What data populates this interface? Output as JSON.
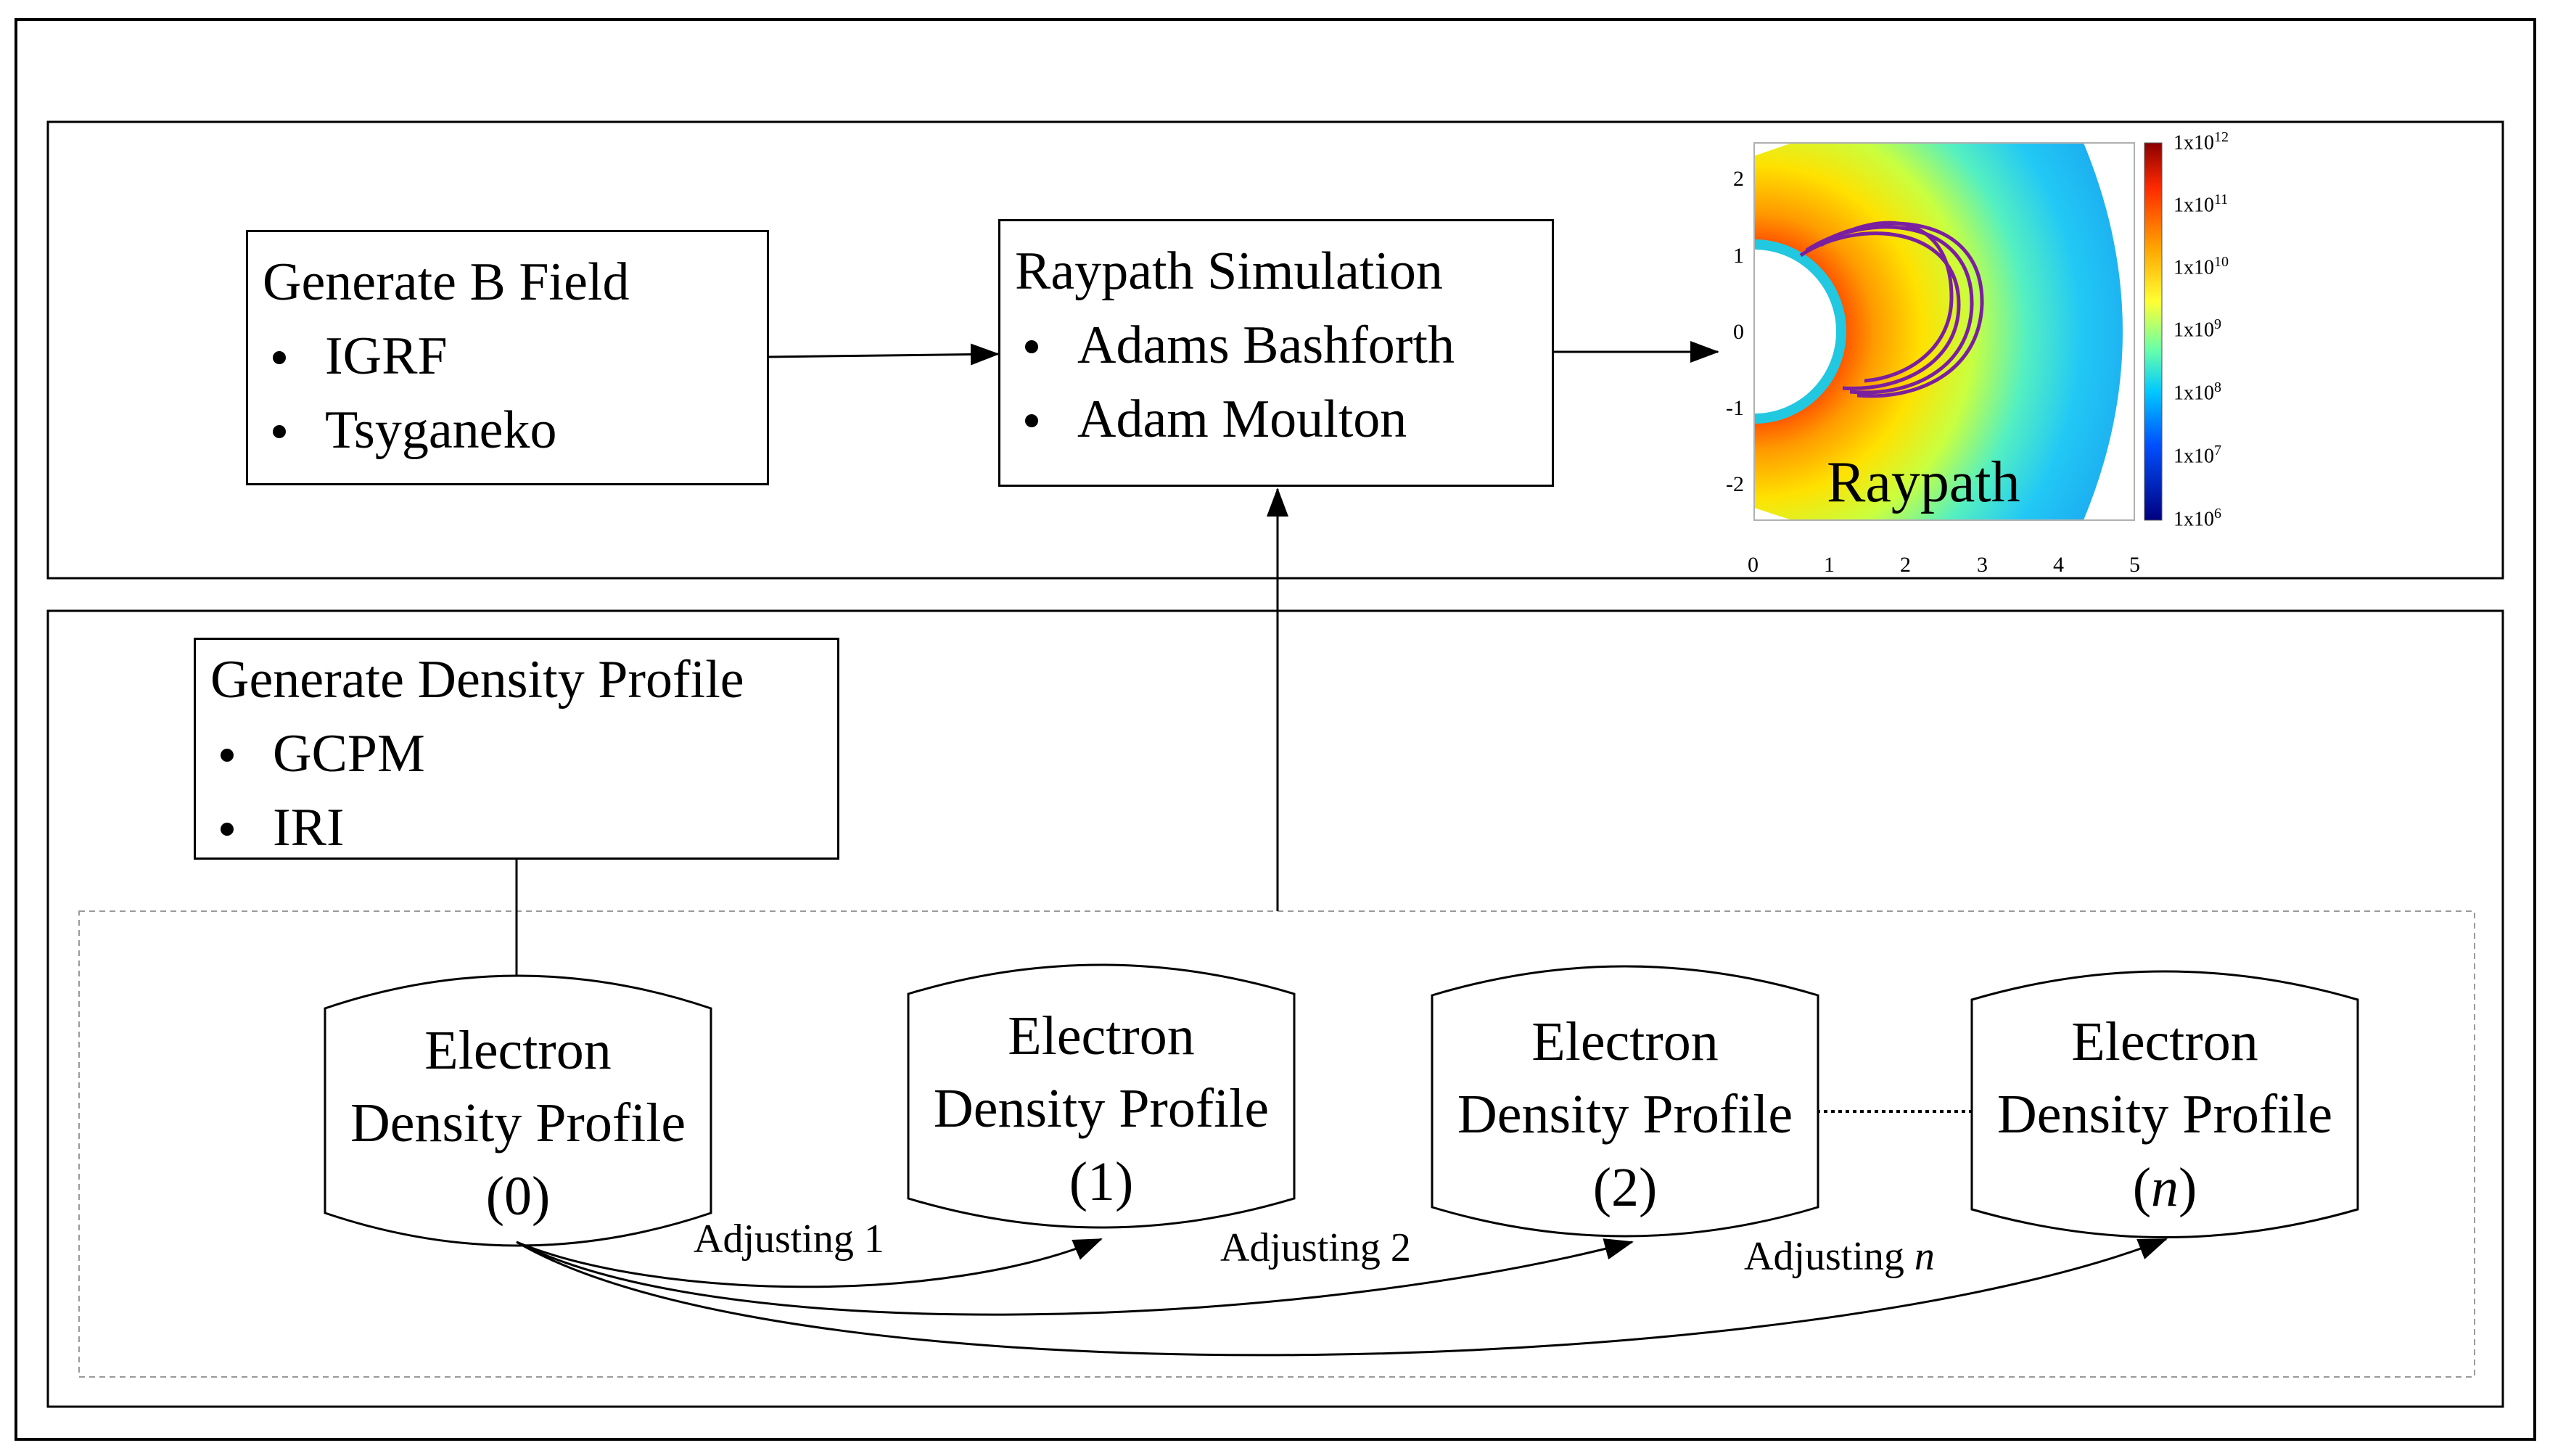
{
  "boxes": {
    "bfield": {
      "title": "Generate B Field",
      "items": [
        "IGRF",
        "Tsyganeko"
      ]
    },
    "raypath_sim": {
      "title": "Raypath Simulation",
      "items": [
        "Adams Bashforth",
        "Adam Moulton"
      ]
    },
    "density": {
      "title": "Generate Density Profile",
      "items": [
        "GCPM",
        "IRI"
      ]
    }
  },
  "cylinders": [
    {
      "line1": "Electron",
      "line2": "Density Profile",
      "index_prefix": "(",
      "index": "0",
      "index_suffix": ")"
    },
    {
      "line1": "Electron",
      "line2": "Density Profile",
      "index_prefix": "(",
      "index": "1",
      "index_suffix": ")"
    },
    {
      "line1": "Electron",
      "line2": "Density Profile",
      "index_prefix": "(",
      "index": "2",
      "index_suffix": ")"
    },
    {
      "line1": "Electron",
      "line2": "Density Profile",
      "index_prefix": "(",
      "index": "n",
      "index_suffix": ")"
    }
  ],
  "adjust_labels": [
    {
      "text": "Adjusting",
      "num": "1"
    },
    {
      "text": "Adjusting",
      "num": "2"
    },
    {
      "text": "Adjusting",
      "num": "n"
    }
  ],
  "raypath_plot": {
    "label": "Raypath",
    "y_ticks": [
      "2",
      "1",
      "0",
      "-1",
      "-2"
    ],
    "x_ticks": [
      "0",
      "1",
      "2",
      "3",
      "4",
      "5"
    ],
    "colorbar_ticks": [
      {
        "base": "1x10",
        "exp": "12"
      },
      {
        "base": "1x10",
        "exp": "11"
      },
      {
        "base": "1x10",
        "exp": "10"
      },
      {
        "base": "1x10",
        "exp": "9"
      },
      {
        "base": "1x10",
        "exp": "8"
      },
      {
        "base": "1x10",
        "exp": "7"
      },
      {
        "base": "1x10",
        "exp": "6"
      }
    ]
  }
}
